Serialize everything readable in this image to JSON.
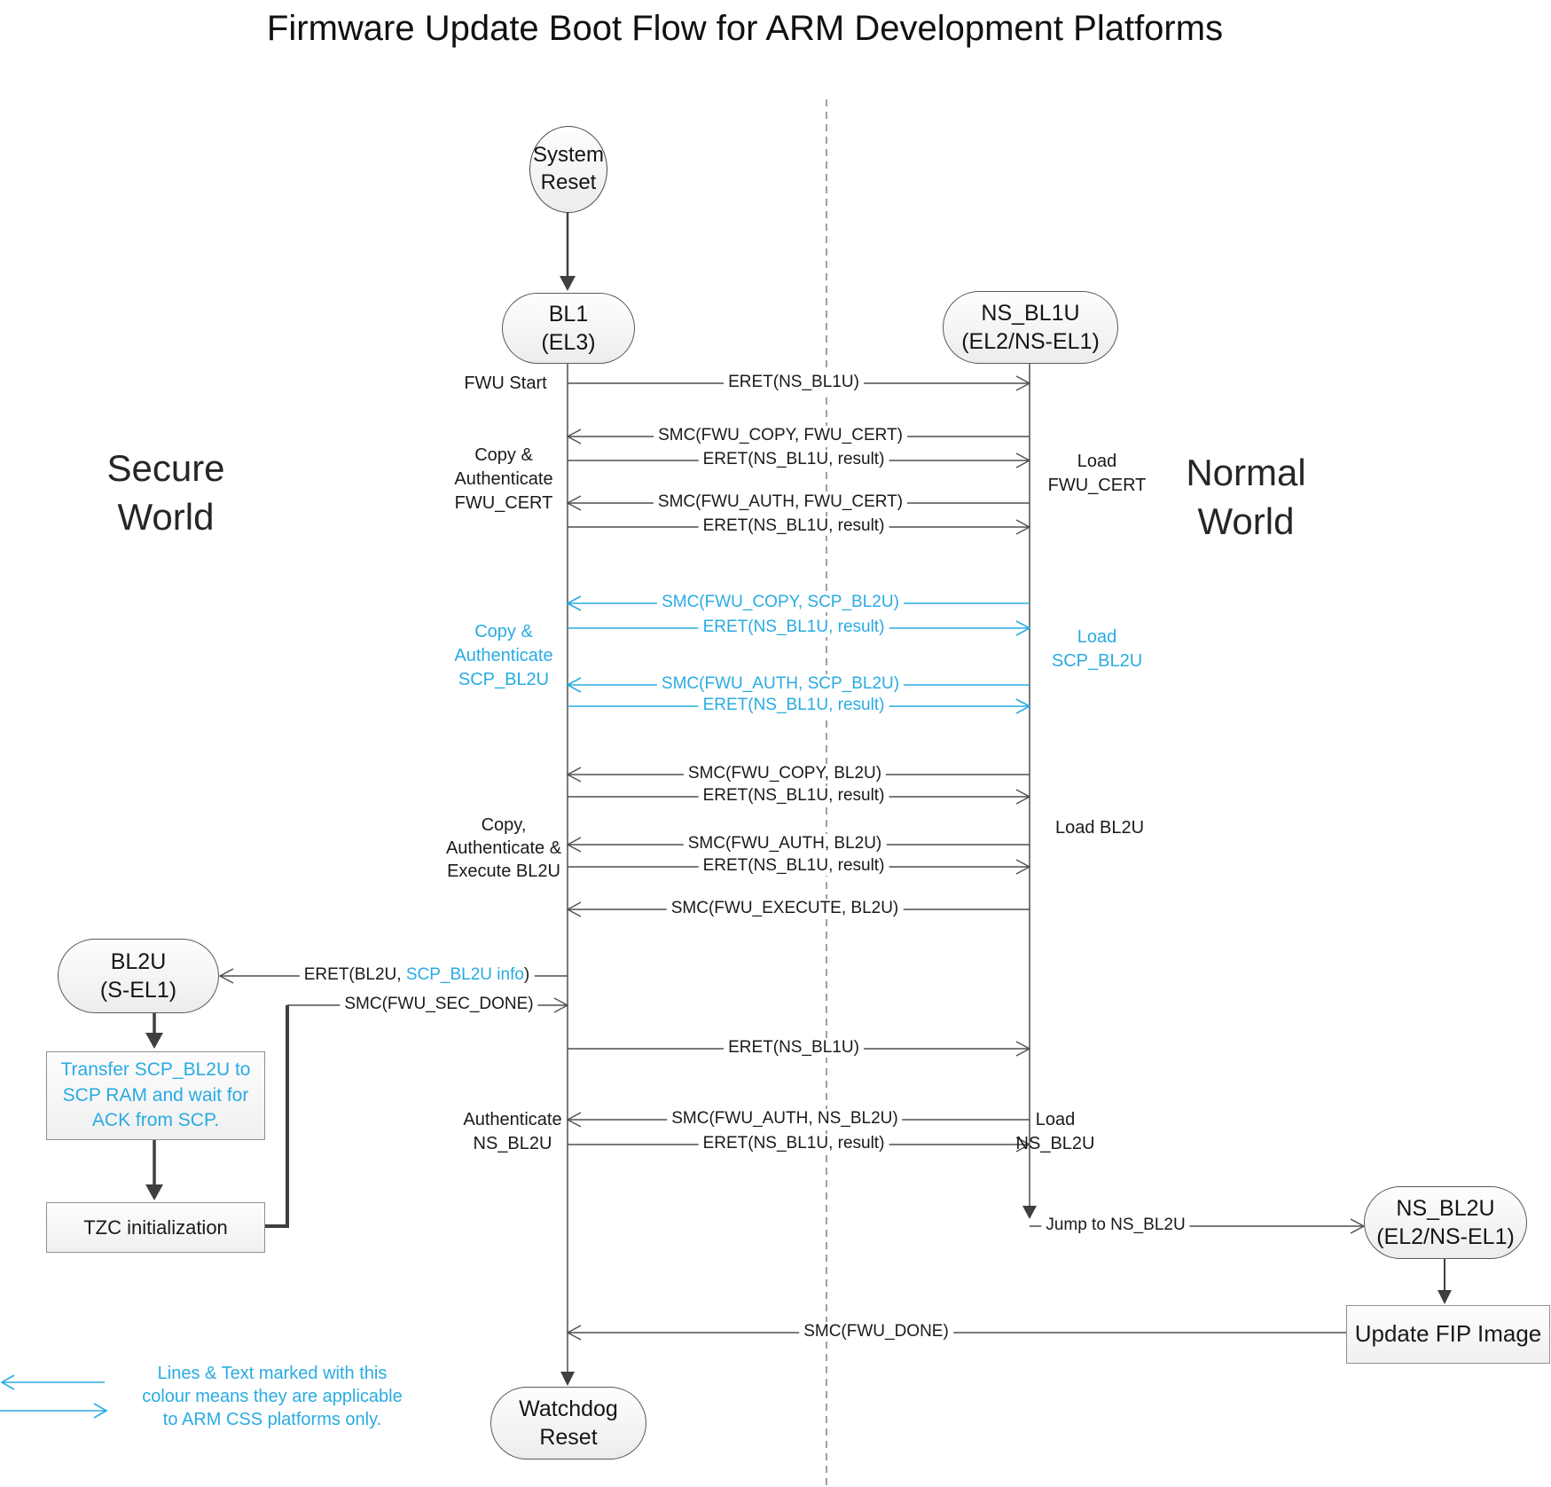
{
  "title": "Firmware Update Boot Flow for ARM Development Platforms",
  "colors": {
    "accent_blue": "#29ABE2",
    "line_gray": "#4f4f4f",
    "text": "#1a1a1a",
    "node_border": "#5a5a5a"
  },
  "world_labels": {
    "secure_line1": "Secure",
    "secure_line2": "World",
    "normal_line1": "Normal",
    "normal_line2": "World"
  },
  "nodes": {
    "system_reset": {
      "line1": "System",
      "line2": "Reset"
    },
    "bl1": {
      "line1": "BL1",
      "line2": "(EL3)"
    },
    "ns_bl1u": {
      "line1": "NS_BL1U",
      "line2": "(EL2/NS-EL1)"
    },
    "bl2u": {
      "line1": "BL2U",
      "line2": "(S-EL1)"
    },
    "ns_bl2u": {
      "line1": "NS_BL2U",
      "line2": "(EL2/NS-EL1)"
    },
    "watchdog": {
      "label": "Watchdog Reset"
    },
    "transfer_scp": {
      "line1": "Transfer SCP_BL2U to",
      "line2": "SCP RAM and wait for",
      "line3": "ACK from SCP."
    },
    "tzc": {
      "label": "TZC initialization"
    },
    "update_fip": {
      "label": "Update FIP Image"
    }
  },
  "messages": {
    "eret_ns_bl1u_1": "ERET(NS_BL1U)",
    "smc_copy_fwu_cert": "SMC(FWU_COPY, FWU_CERT)",
    "eret_result_1": "ERET(NS_BL1U, result)",
    "smc_auth_fwu_cert": "SMC(FWU_AUTH, FWU_CERT)",
    "eret_result_2": "ERET(NS_BL1U, result)",
    "smc_copy_scp_bl2u": "SMC(FWU_COPY, SCP_BL2U)",
    "eret_result_3": "ERET(NS_BL1U, result)",
    "smc_auth_scp_bl2u": "SMC(FWU_AUTH, SCP_BL2U)",
    "eret_result_4": "ERET(NS_BL1U, result)",
    "smc_copy_bl2u": "SMC(FWU_COPY, BL2U)",
    "eret_result_5": "ERET(NS_BL1U, result)",
    "smc_auth_bl2u": "SMC(FWU_AUTH, BL2U)",
    "eret_result_6": "ERET(NS_BL1U, result)",
    "smc_execute_bl2u": "SMC(FWU_EXECUTE, BL2U)",
    "eret_bl2u_part1": "ERET(BL2U, ",
    "eret_bl2u_part2": "SCP_BL2U info",
    "eret_bl2u_part3": ")",
    "smc_sec_done": "SMC(FWU_SEC_DONE)",
    "eret_ns_bl1u_2": "ERET(NS_BL1U)",
    "smc_auth_ns_bl2u": "SMC(FWU_AUTH, NS_BL2U)",
    "eret_result_7": "ERET(NS_BL1U, result)",
    "jump_ns_bl2u": "Jump to NS_BL2U",
    "smc_fwu_done": "SMC(FWU_DONE)"
  },
  "activity_labels": {
    "fwu_start": "FWU Start",
    "copy_auth_fwu_cert": {
      "line1": "Copy &",
      "line2": "Authenticate",
      "line3": "FWU_CERT"
    },
    "load_fwu_cert": {
      "line1": "Load",
      "line2": "FWU_CERT"
    },
    "copy_auth_scp_bl2u": {
      "line1": "Copy &",
      "line2": "Authenticate",
      "line3": "SCP_BL2U"
    },
    "load_scp_bl2u": {
      "line1": "Load",
      "line2": "SCP_BL2U"
    },
    "copy_auth_exec_bl2u": {
      "line1": "Copy,",
      "line2": "Authenticate &",
      "line3": "Execute BL2U"
    },
    "load_bl2u": "Load BL2U",
    "auth_ns_bl2u": {
      "line1": "Authenticate",
      "line2": "NS_BL2U"
    },
    "load_ns_bl2u": {
      "line1": "Load",
      "line2": "NS_BL2U"
    }
  },
  "legend": {
    "line1": "Lines & Text marked with this",
    "line2": "colour means they are applicable",
    "line3": "to ARM CSS platforms only."
  }
}
